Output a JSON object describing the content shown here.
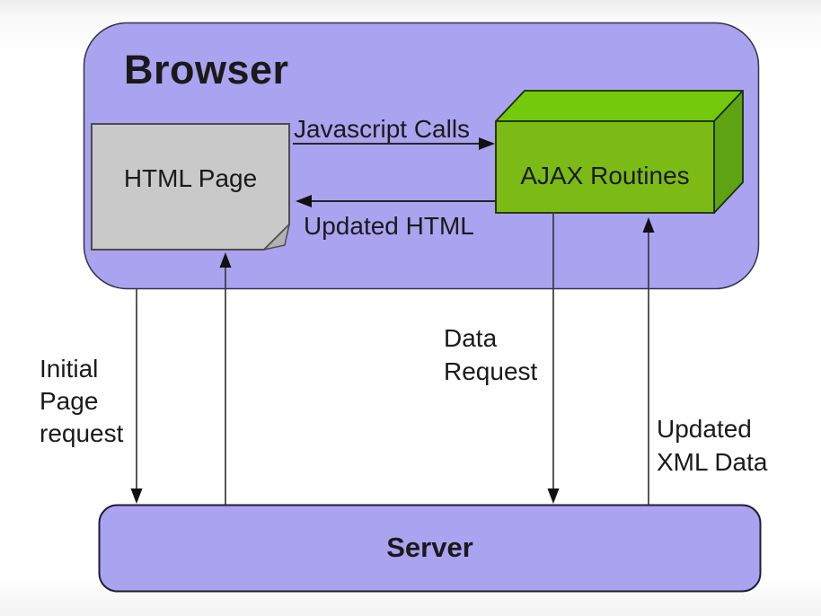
{
  "diagram": {
    "browser": {
      "title": "Browser"
    },
    "nodes": {
      "html_page": {
        "label": "HTML Page"
      },
      "ajax_routines": {
        "label": "AJAX Routines"
      },
      "server": {
        "label": "Server"
      }
    },
    "edges": {
      "javascript_calls": {
        "label": "Javascript Calls",
        "from": "HTML Page",
        "to": "AJAX Routines"
      },
      "updated_html": {
        "label": "Updated HTML",
        "from": "AJAX Routines",
        "to": "HTML Page"
      },
      "initial_page_request": {
        "label": "Initial\nPage\nrequest",
        "from": "Browser",
        "to": "Server"
      },
      "page_response": {
        "label": "",
        "from": "Server",
        "to": "HTML Page"
      },
      "data_request": {
        "label": "Data\nRequest",
        "from": "AJAX Routines",
        "to": "Server"
      },
      "updated_xml_data": {
        "label": "Updated\nXML Data",
        "from": "Server",
        "to": "AJAX Routines"
      }
    },
    "colors": {
      "container_fill": "#aaa3f0",
      "container_border": "#33334d",
      "document_fill": "#c9c9c9",
      "document_fold": "#b2b2b2",
      "document_border": "#4d4d4d",
      "box_front": "#7cbb16",
      "box_top": "#74c90c",
      "box_side": "#5ea412",
      "box_border": "#1c2e04",
      "arrow": "#262626",
      "text": "#1a1a1a"
    }
  }
}
